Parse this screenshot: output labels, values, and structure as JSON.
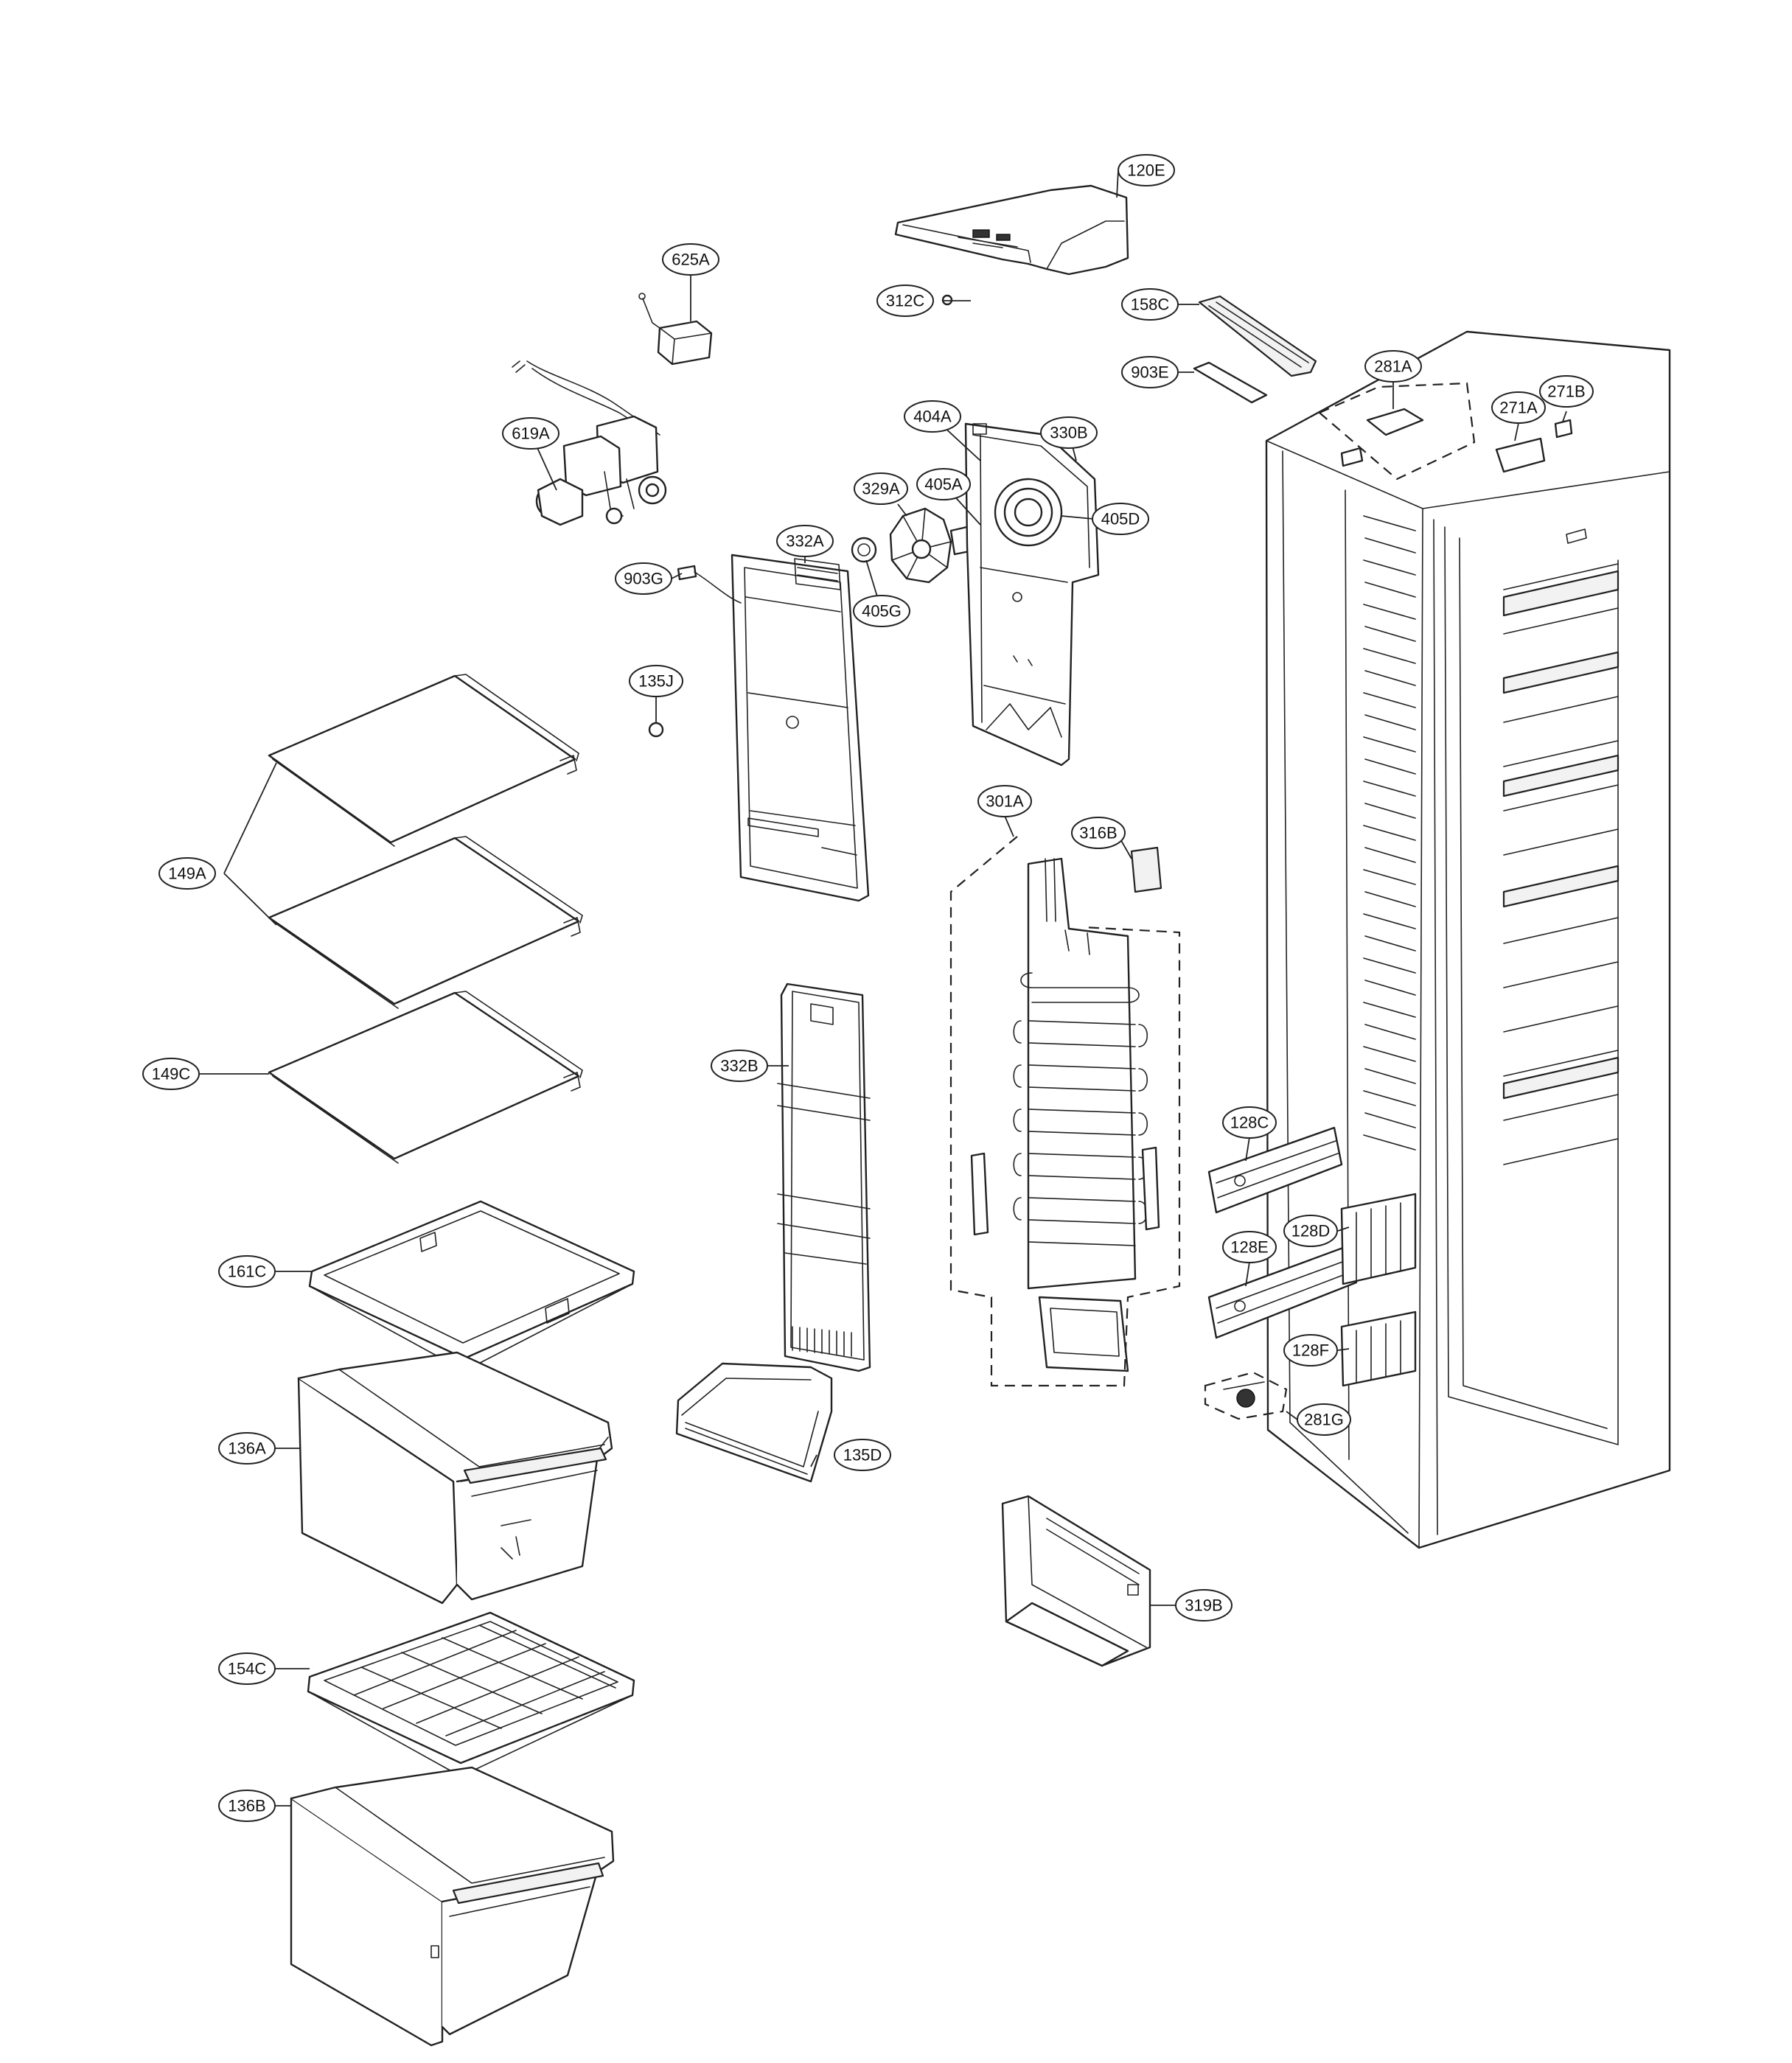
{
  "callouts": {
    "c120E": "120E",
    "c625A": "625A",
    "c312C": "312C",
    "c158C": "158C",
    "c903E": "903E",
    "c281A": "281A",
    "c271A": "271A",
    "c271B": "271B",
    "c619A": "619A",
    "c404A": "404A",
    "c330B": "330B",
    "c329A": "329A",
    "c405A": "405A",
    "c405D": "405D",
    "c332A": "332A",
    "c903G": "903G",
    "c405G": "405G",
    "c135J": "135J",
    "c149A": "149A",
    "c301A": "301A",
    "c316B": "316B",
    "c149C": "149C",
    "c332B": "332B",
    "c128C": "128C",
    "c128D": "128D",
    "c161C": "161C",
    "c128E": "128E",
    "c128F": "128F",
    "c281G": "281G",
    "c136A": "136A",
    "c135D": "135D",
    "c319B": "319B",
    "c154C": "154C",
    "c136B": "136B"
  }
}
